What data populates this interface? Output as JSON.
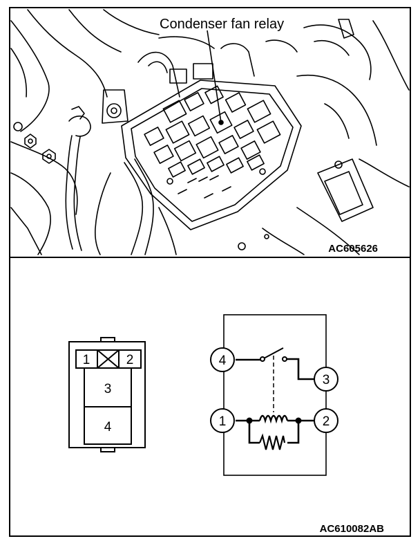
{
  "photo_callout": "Condenser fan relay",
  "photo_code": "AC605626",
  "diagram_code": "AC610082AB",
  "connector": {
    "top_pins": [
      "1",
      "2"
    ],
    "cavities": [
      "3",
      "4"
    ]
  },
  "relay_schematic": {
    "switch_terminals": [
      "4",
      "3"
    ],
    "coil_terminals": [
      "1",
      "2"
    ]
  }
}
